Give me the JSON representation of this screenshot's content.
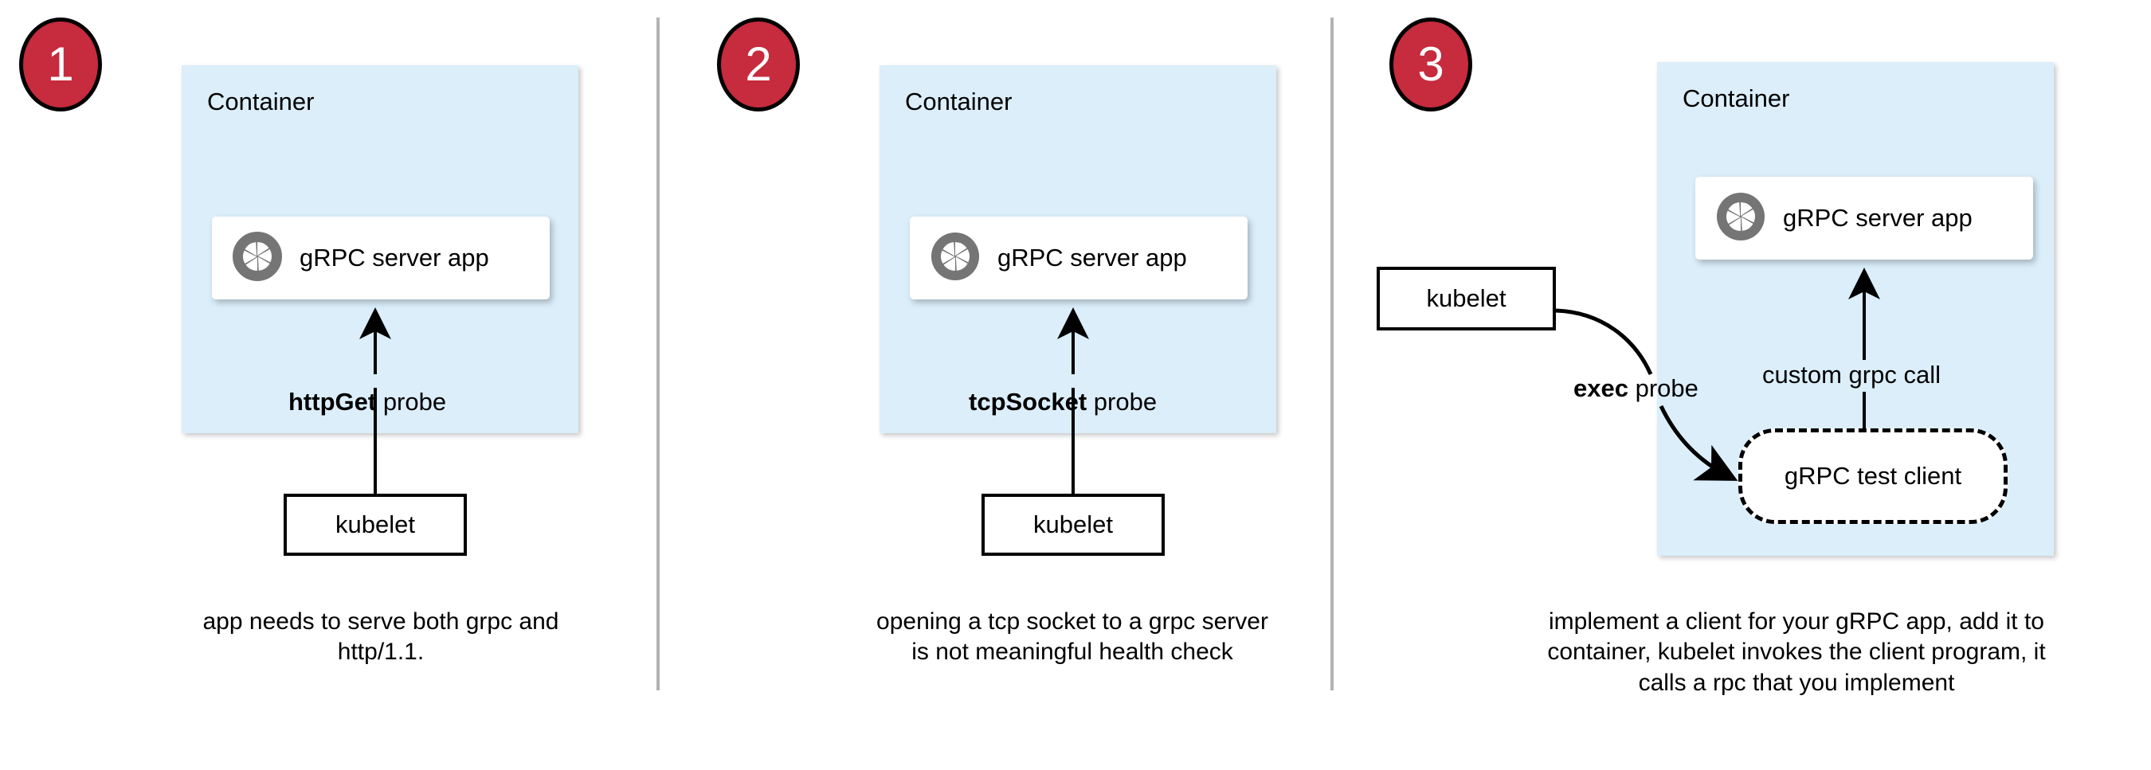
{
  "theme": {
    "badge_fill": "#C62B3E",
    "badge_stroke": "#000000",
    "badge_text": "#FFFFFF",
    "container_fill": "#DBEEFA",
    "card_fill": "#FFFFFF",
    "line_color": "#000000",
    "divider_color": "#B3B3B3",
    "grpc_icon_color": "#757575",
    "page_bg": "#FFFFFF"
  },
  "panels": [
    {
      "badge": "1",
      "container_label": "Container",
      "app_label": "gRPC server app",
      "probe_label_bold": "httpGet",
      "probe_label_rest": " probe",
      "kubelet_label": "kubelet",
      "caption": "app needs to serve both grpc and http/1.1."
    },
    {
      "badge": "2",
      "container_label": "Container",
      "app_label": "gRPC server app",
      "probe_label_bold": "tcpSocket",
      "probe_label_rest": " probe",
      "kubelet_label": "kubelet",
      "caption": "opening a tcp socket to a grpc server is not meaningful health check"
    },
    {
      "badge": "3",
      "container_label": "Container",
      "app_label": "gRPC server app",
      "probe_label_bold": "exec",
      "probe_label_rest": " probe",
      "kubelet_label": "kubelet",
      "inner_call_label": "custom grpc call",
      "test_client_label": "gRPC test client",
      "caption": "implement a client for your gRPC app, add it to container, kubelet invokes the client program, it calls a rpc that you implement"
    }
  ]
}
